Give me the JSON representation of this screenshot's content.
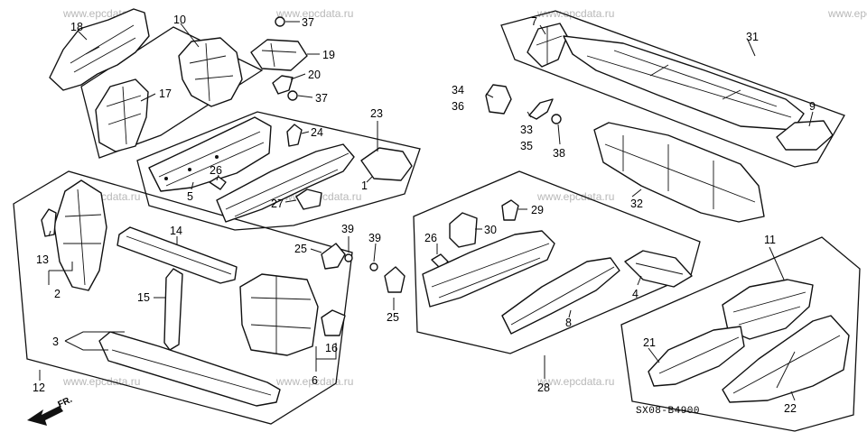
{
  "watermark": "www.epcdata.ru",
  "diagram_code": "SX08-B4900",
  "front_indicator": "FR.",
  "callouts": {
    "c1": "1",
    "c2": "2",
    "c3": "3",
    "c4": "4",
    "c5": "5",
    "c6": "6",
    "c7": "7",
    "c8": "8",
    "c9": "9",
    "c10": "10",
    "c11": "11",
    "c12": "12",
    "c13": "13",
    "c14": "14",
    "c15": "15",
    "c16": "16",
    "c17": "17",
    "c18": "18",
    "c19": "19",
    "c20": "20",
    "c21": "21",
    "c22": "22",
    "c23": "23",
    "c24": "24",
    "c25a": "25",
    "c25b": "25",
    "c26a": "26",
    "c26b": "26",
    "c27": "27",
    "c28": "28",
    "c29": "29",
    "c30": "30",
    "c31": "31",
    "c32": "32",
    "c33": "33",
    "c34": "34",
    "c35": "35",
    "c36": "36",
    "c37a": "37",
    "c37b": "37",
    "c38": "38",
    "c39a": "39",
    "c39b": "39"
  }
}
